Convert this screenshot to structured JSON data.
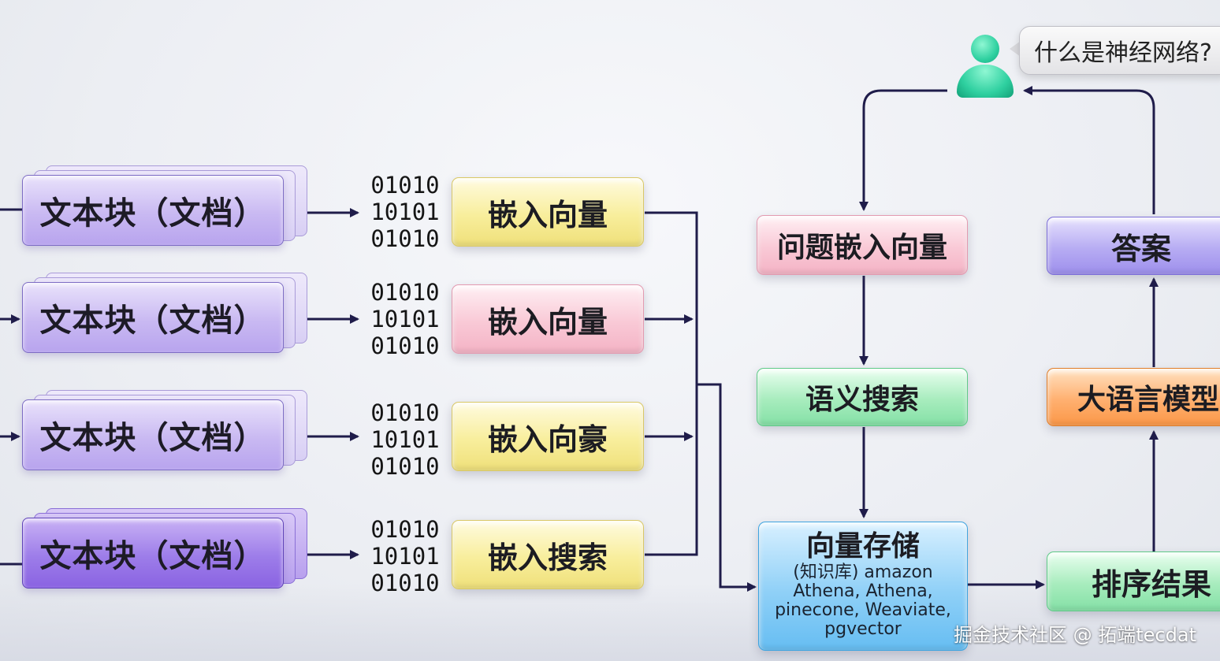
{
  "chunks": [
    {
      "label": "文本块（文档）"
    },
    {
      "label": "文本块（文档）"
    },
    {
      "label": "文本块（文档）"
    },
    {
      "label": "文本块（文档）"
    }
  ],
  "bits": [
    {
      "l1": "01010",
      "l2": "10101",
      "l3": "01010"
    },
    {
      "l1": "01010",
      "l2": "10101",
      "l3": "01010"
    },
    {
      "l1": "01010",
      "l2": "10101",
      "l3": "01010"
    },
    {
      "l1": "01010",
      "l2": "10101",
      "l3": "01010"
    }
  ],
  "embeddings": [
    {
      "label": "嵌入向量"
    },
    {
      "label": "嵌入向量"
    },
    {
      "label": "嵌入向豪"
    },
    {
      "label": "嵌入搜索"
    }
  ],
  "query": {
    "question": "什么是神经网络?",
    "question_embedding": "问题嵌入向量",
    "semantic_search": "语义搜索",
    "store_title": "向量存储",
    "store_detail": [
      "(知识库) amazon",
      "Athena, Athena,",
      "pinecone, Weaviate,",
      "pgvector"
    ]
  },
  "answer_path": {
    "answer": "答案",
    "llm": "大语言模型",
    "ranked": "排序结果"
  },
  "watermark": "掘金技术社区 @ 拓端tecdat",
  "colors": {
    "line": "#1f1c4a",
    "chunk": "#c9b9f2",
    "yellow": "#f8ee9c",
    "pink": "#f9c9d6",
    "green": "#a7ecbd",
    "blue": "#8fd0f7",
    "violet": "#b7acf3",
    "orange": "#ffb070",
    "user": "#2fd0a0"
  }
}
